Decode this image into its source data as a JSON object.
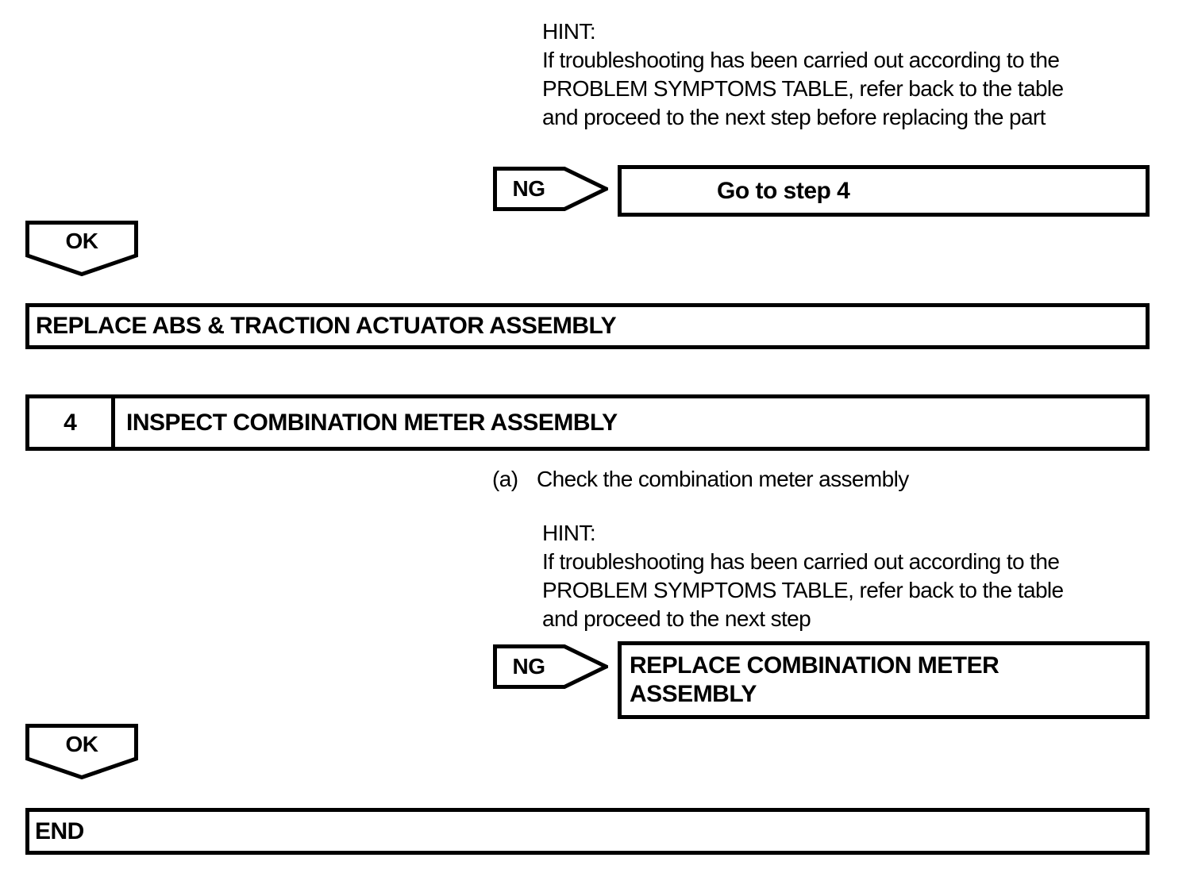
{
  "page": {
    "background": "#ffffff",
    "ink": "#000000"
  },
  "top_hint": {
    "title": "HINT:",
    "body": "If troubleshooting has been carried out according to the\nPROBLEM SYMPTOMS TABLE, refer back to the table\nand proceed to the next step before replacing the part"
  },
  "ng_branch_1": {
    "arrow_label": "NG",
    "result_text": "Go to step 4"
  },
  "ok_connector_1": {
    "label": "OK"
  },
  "replace_abs_box": {
    "label": "REPLACE ABS & TRACTION ACTUATOR ASSEMBLY"
  },
  "step4_box": {
    "number": "4",
    "title": "INSPECT COMBINATION METER ASSEMBLY"
  },
  "step4_substep": {
    "marker": "(a)",
    "text": "Check the combination meter assembly"
  },
  "step4_hint": {
    "title": "HINT:",
    "body": "If troubleshooting has been carried out according to the\nPROBLEM SYMPTOMS TABLE, refer back to the table\nand proceed to the next step"
  },
  "ng_branch_2": {
    "arrow_label": "NG",
    "result_text": "REPLACE COMBINATION METER ASSEMBLY"
  },
  "ok_connector_2": {
    "label": "OK"
  },
  "end_box": {
    "label": "END"
  }
}
